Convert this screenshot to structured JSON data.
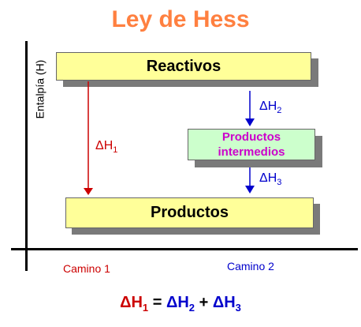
{
  "title": "Ley de Hess",
  "y_axis_label": "Entalpía (H)",
  "boxes": {
    "reactants": "Reactivos",
    "intermediates_line1": "Productos",
    "intermediates_line2": "intermedios",
    "products": "Productos"
  },
  "arrows": {
    "dh1": {
      "symbol": "ΔH",
      "sub": "1"
    },
    "dh2": {
      "symbol": "ΔH",
      "sub": "2"
    },
    "dh3": {
      "symbol": "ΔH",
      "sub": "3"
    }
  },
  "paths": {
    "path1": "Camino 1",
    "path2": "Camino 2"
  },
  "equation": {
    "lhs": "ΔH",
    "lhs_sub": "1",
    "eq": "=",
    "t1": "ΔH",
    "t1_sub": "2",
    "plus": "+",
    "t2": "ΔH",
    "t2_sub": "3"
  },
  "colors": {
    "title": "#ff8040",
    "path1": "#cc0000",
    "path2": "#0000cc",
    "intermediates_text": "#cc00cc",
    "intermediates_fill": "#ccffcc",
    "box_fill": "#ffff99"
  }
}
